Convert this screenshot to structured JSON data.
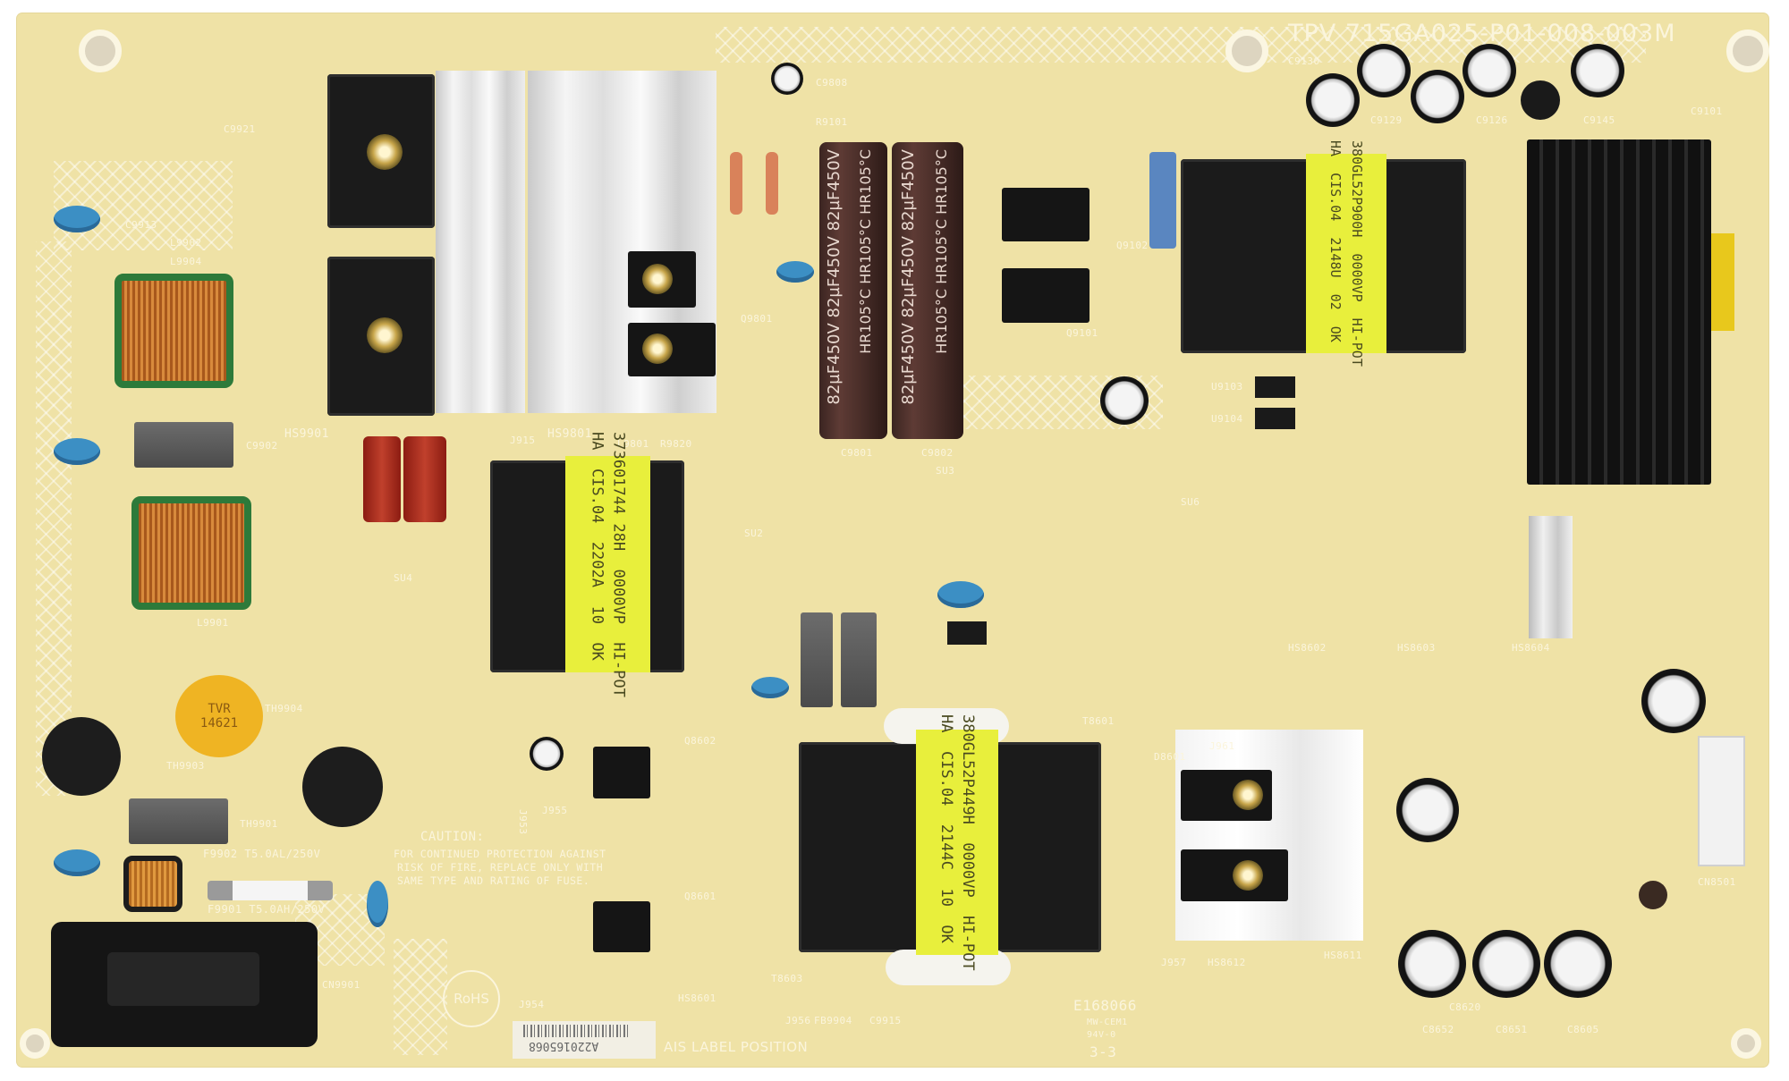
{
  "board": {
    "model_code": "TPV 715GA025-P01-008-003M",
    "caution_title": "CAUTION:",
    "caution_lines": [
      "FOR CONTINUED PROTECTION AGAINST",
      "RISK OF FIRE, REPLACE ONLY WITH",
      "SAME TYPE AND RATING OF FUSE."
    ],
    "fuse_label": "F9902 T5.0AL/250V",
    "fuse_label_2": "F9901 T5.0AH/250V",
    "barcode_number": "A220165068",
    "ais_label": "AIS LABEL POSITION",
    "ul_number": "E168066",
    "ul_line1": "MW-CEM1",
    "ul_line2": "94V-0",
    "layer_mark": "3-3",
    "rohs": "RoHS",
    "colors": {
      "pcb": "#efe2a6",
      "silkscreen": "#fbf5dc",
      "transformer_label": "#e8ef3c",
      "capacitor_sleeve": "#4a2e29"
    }
  },
  "components": {
    "bulk_cap_text_1": "82µF450V  82µF450V  82µF450V",
    "bulk_cap_text_2": "HR105°C  HR105°C  HR105°C",
    "transformer_main": "373601744 28H  0000VP  HI-POT\nHA  CIS.04  2202A  10  OK",
    "transformer_llc": "380GL52P449H  0000VP  HI-POT\nHA  CIS.04  2144C  10  OK",
    "transformer_top": "380GL52P900H  0000VP  HI-POT\nHA  CIS.04  2148U  02  OK",
    "varistor_text": "TVR 14621",
    "refs": {
      "l9904": "L9904",
      "l9902": "L9902",
      "l9901": "L9901",
      "c9913": "C9913",
      "c9921": "C9921",
      "c9902": "C9902",
      "hs9901": "HS9901",
      "hs9801": "HS9801",
      "r9820": "R9820",
      "l9801": "L9801",
      "c9808": "C9808",
      "r9101": "R9101",
      "q9801": "Q9801",
      "c9801": "C9801",
      "c9802": "C9802",
      "su3": "SU3",
      "su2": "SU2",
      "su4": "SU4",
      "su6": "SU6",
      "t8603": "T8603",
      "t8601": "T8601",
      "q8602": "Q8602",
      "q8601": "Q8601",
      "hs8601": "HS8601",
      "hs8602": "HS8602",
      "hs8603": "HS8603",
      "hs8604": "HS8604",
      "hs8611": "HS8611",
      "hs8612": "HS8612",
      "c8620": "C8620",
      "c8652": "C8652",
      "c8651": "C8651",
      "c8605": "C8605",
      "c9130": "C9130",
      "c9129": "C9129",
      "c9126": "C9126",
      "c9145": "C9145",
      "c9101": "C9101",
      "q9101": "Q9101",
      "q9102": "Q9102",
      "u9103": "U9103",
      "u9104": "U9104",
      "th9901": "TH9901",
      "th9903": "TH9903",
      "th9904": "TH9904",
      "cn9901": "CN9901",
      "cn8501": "CN8501",
      "j956": "J956",
      "fb9904": "FB9904",
      "c9915": "C9915",
      "j957": "J957",
      "j955": "J955",
      "j954": "J954",
      "j953": "J953",
      "j915": "J915",
      "j961": "J961",
      "d8601": "D8601"
    }
  }
}
